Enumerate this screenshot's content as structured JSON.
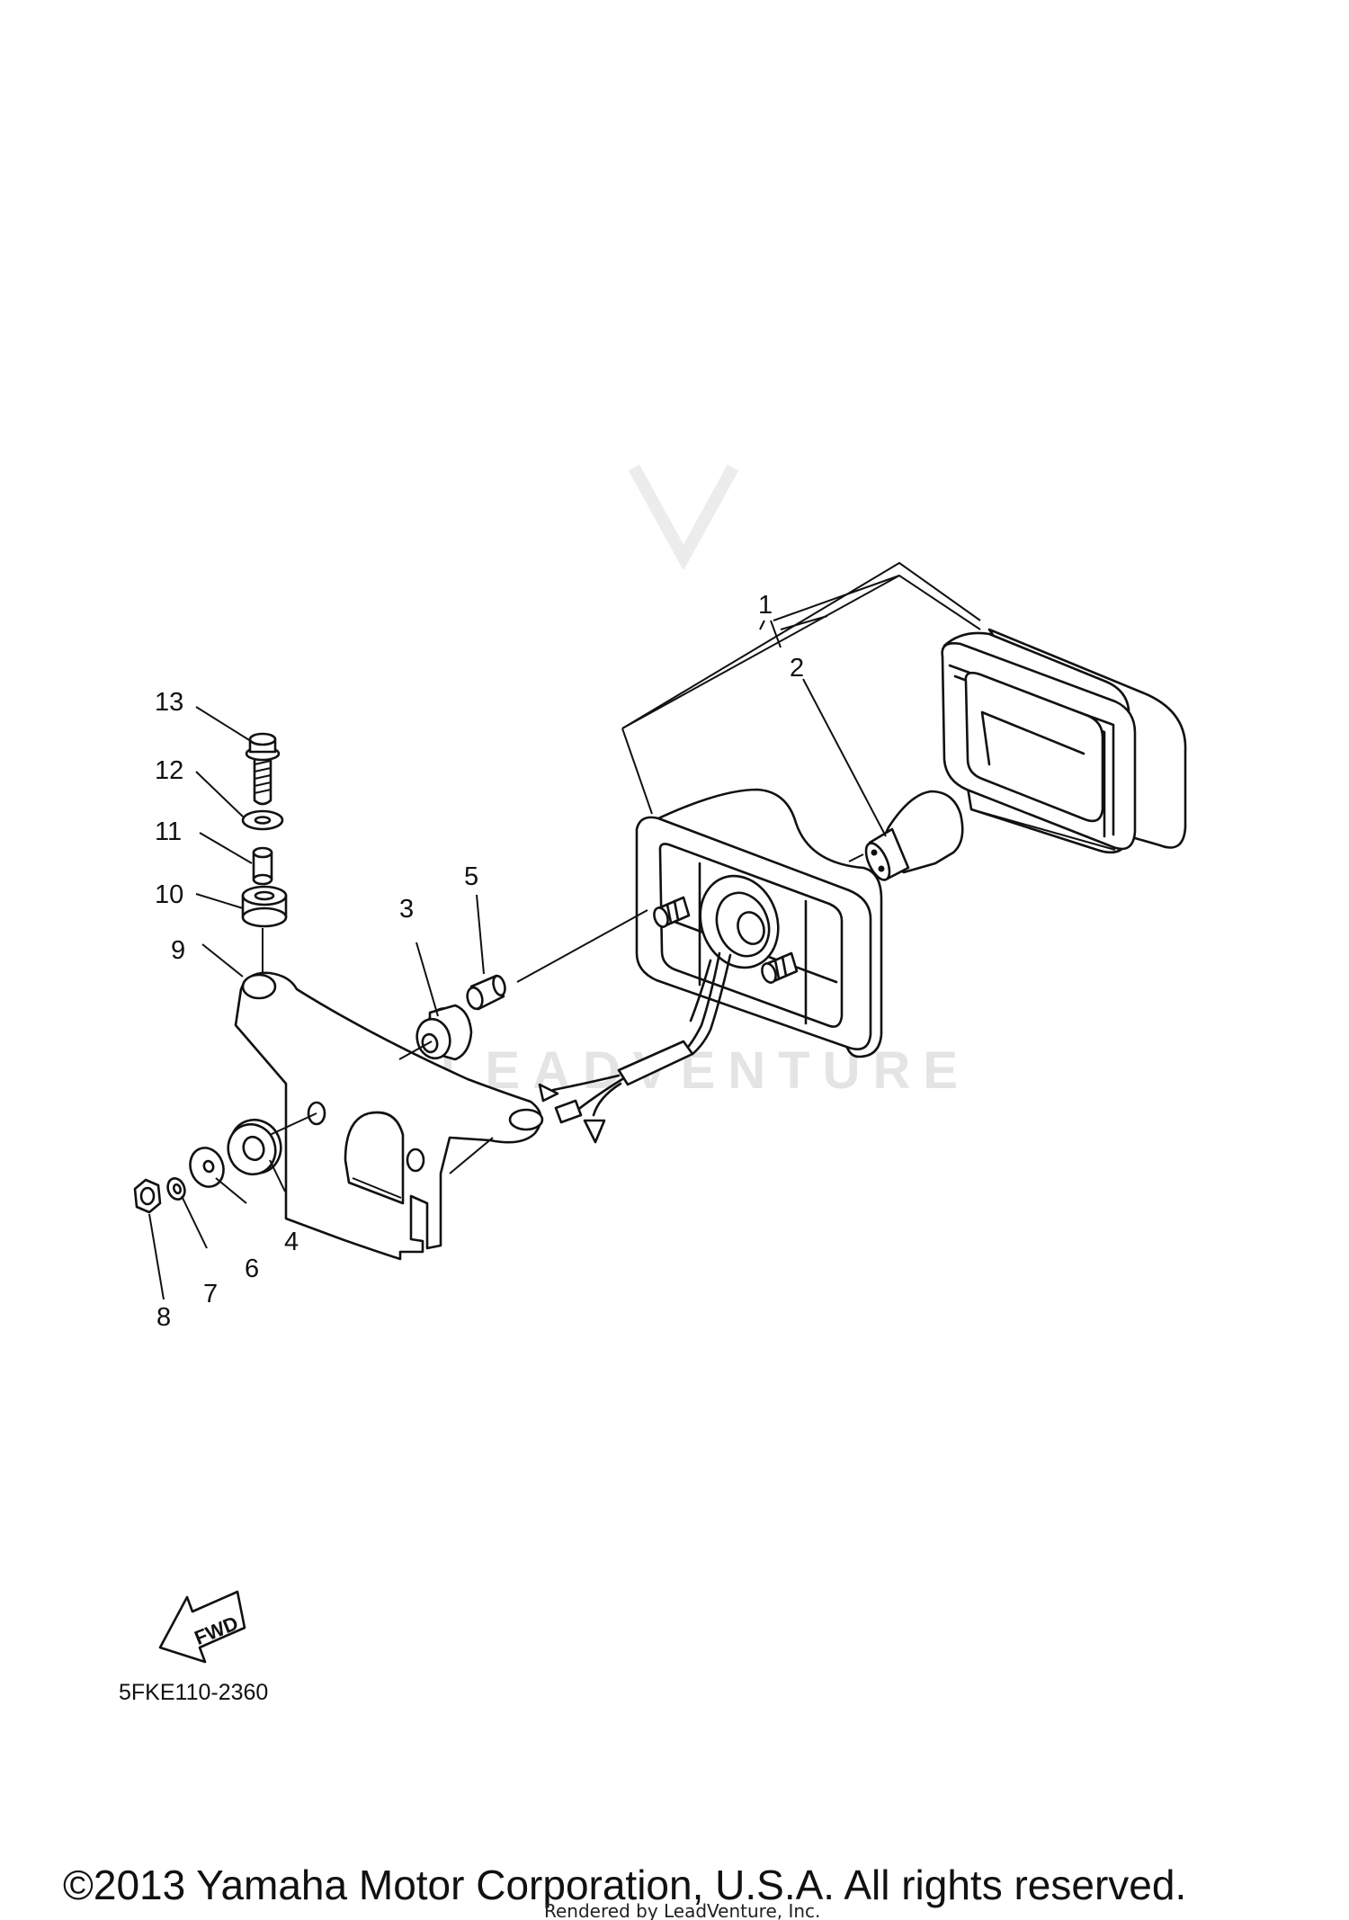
{
  "watermark": "LEADVENTURE",
  "callouts": [
    {
      "id": "1",
      "text": "1"
    },
    {
      "id": "2",
      "text": "2"
    },
    {
      "id": "3",
      "text": "3"
    },
    {
      "id": "4",
      "text": "4"
    },
    {
      "id": "5",
      "text": "5"
    },
    {
      "id": "6",
      "text": "6"
    },
    {
      "id": "7",
      "text": "7"
    },
    {
      "id": "8",
      "text": "8"
    },
    {
      "id": "9",
      "text": "9"
    },
    {
      "id": "10",
      "text": "10"
    },
    {
      "id": "11",
      "text": "11"
    },
    {
      "id": "12",
      "text": "12"
    },
    {
      "id": "13",
      "text": "13"
    }
  ],
  "forward_arrow": {
    "label": "FWD",
    "icon": "forward-arrow-icon"
  },
  "diagram_code": "5FKE110-2360",
  "copyright": "©2013 Yamaha Motor Corporation, U.S.A. All rights reserved.",
  "rendered_by": "Rendered by LeadVenture, Inc."
}
